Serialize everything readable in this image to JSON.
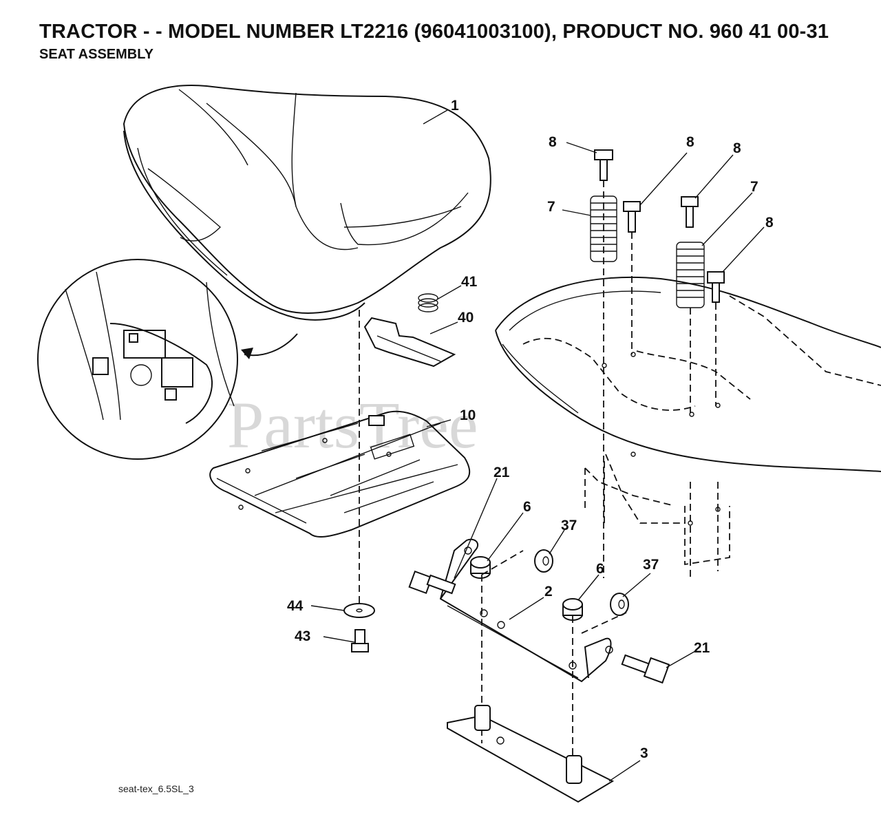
{
  "header": {
    "title": "TRACTOR - - MODEL NUMBER LT2216 (96041003100), PRODUCT NO. 960 41 00-31",
    "subtitle": "SEAT ASSEMBLY"
  },
  "watermark": "PartsTree",
  "reference_code": "seat-tex_6.5SL_3",
  "callouts": {
    "seat": "1",
    "bolt_top_left": "8",
    "bolt_top_mid": "8",
    "bolt_top_right": "8",
    "bolt_right": "8",
    "spring_left": "7",
    "spring_right": "7",
    "spring_small": "41",
    "switch_clip": "40",
    "seat_pan": "10",
    "bolt_pivot_left": "21",
    "bolt_pivot_right": "21",
    "nut_left": "6",
    "nut_right": "6",
    "washer_left": "37",
    "washer_right": "37",
    "pivot_bracket": "2",
    "flat_washer": "44",
    "screw": "43",
    "base_plate": "3"
  }
}
